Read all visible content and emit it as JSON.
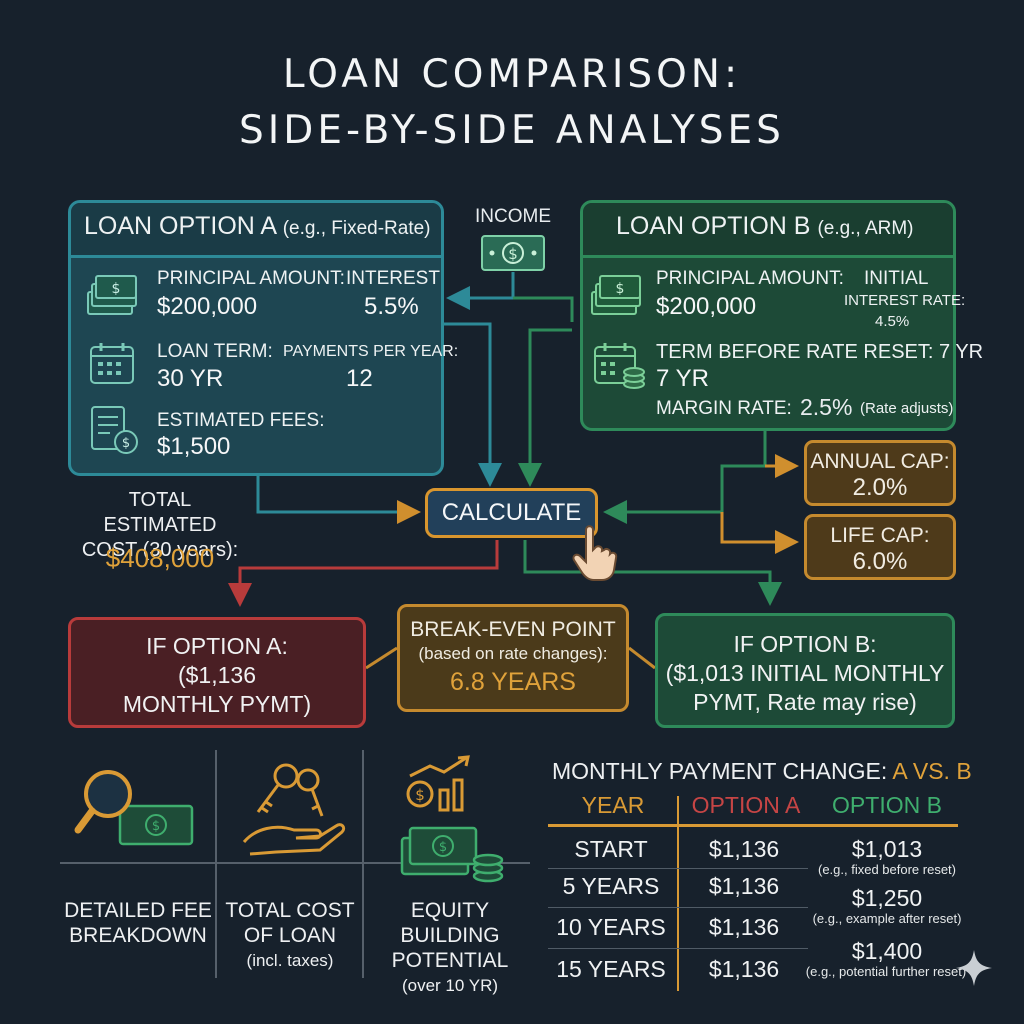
{
  "title": {
    "line1": "LOAN COMPARISON:",
    "line2": "SIDE-BY-SIDE ANALYSES"
  },
  "income": {
    "label": "INCOME"
  },
  "option_a": {
    "header": "LOAN OPTION A",
    "header_note": "(e.g., Fixed-Rate)",
    "principal_label": "PRINCIPAL AMOUNT:",
    "principal_value": "$200,000",
    "interest_label": "INTEREST",
    "interest_value": "5.5%",
    "term_label": "LOAN TERM:",
    "term_value": "30 YR",
    "ppy_label": "PAYMENTS PER YEAR:",
    "ppy_value": "12",
    "fees_label": "ESTIMATED FEES:",
    "fees_value": "$1,500"
  },
  "total_cost": {
    "line1": "TOTAL ESTIMATED",
    "line2": "COST (30 years):",
    "value": "$408,000"
  },
  "option_b": {
    "header": "LOAN OPTION B",
    "header_note": "(e.g., ARM)",
    "principal_label": "PRINCIPAL AMOUNT:",
    "principal_value": "$200,000",
    "initial_label1": "INITIAL",
    "initial_label2": "INTEREST RATE:",
    "initial_value": "4.5%",
    "reset_label": "TERM BEFORE RATE RESET: 7 YR",
    "reset_value": "7 YR",
    "margin_label": "MARGIN RATE:",
    "margin_value": "2.5%",
    "margin_note": "(Rate adjusts)"
  },
  "annual_cap": {
    "label": "ANNUAL CAP:",
    "value": "2.0%"
  },
  "life_cap": {
    "label": "LIFE CAP:",
    "value": "6.0%"
  },
  "calculate": {
    "label": "CALCULATE"
  },
  "result_a": {
    "line1": "IF OPTION A:",
    "line2": "($1,136",
    "line3": "MONTHLY PYMT)"
  },
  "break_even": {
    "line1": "BREAK-EVEN POINT",
    "line2": "(based on rate changes):",
    "value": "6.8 YEARS"
  },
  "result_b": {
    "line1": "IF OPTION B:",
    "line2": "($1,013 INITIAL MONTHLY",
    "line3": "PYMT, Rate may rise)"
  },
  "features": [
    {
      "line1": "DETAILED FEE",
      "line2": "BREAKDOWN",
      "line3": ""
    },
    {
      "line1": "TOTAL COST",
      "line2": "OF LOAN",
      "line3": "(incl. taxes)"
    },
    {
      "line1": "EQUITY BUILDING",
      "line2": "POTENTIAL",
      "line3": "(over 10 YR)"
    }
  ],
  "table": {
    "title": "MONTHLY PAYMENT CHANGE:",
    "title_highlight": "A VS. B",
    "headers": [
      "YEAR",
      "OPTION A",
      "OPTION B"
    ],
    "rows": [
      {
        "year": "START",
        "a": "$1,136",
        "b": "$1,013",
        "note": "(e.g., fixed before reset)"
      },
      {
        "year": "5 YEARS",
        "a": "$1,136",
        "b": "$1,250",
        "note": "(e.g., example after reset)"
      },
      {
        "year": "10 YEARS",
        "a": "$1,136",
        "b": "$1,400",
        "note": "(e.g., potential further reset)"
      },
      {
        "year": "15 YEARS",
        "a": "$1,136",
        "b": "",
        "note": ""
      }
    ]
  },
  "colors": {
    "teal": "#2d8a98",
    "green": "#2e8a5a",
    "orange": "#c58a2e",
    "red": "#b83b3b",
    "gold_text": "#e0a23a"
  }
}
